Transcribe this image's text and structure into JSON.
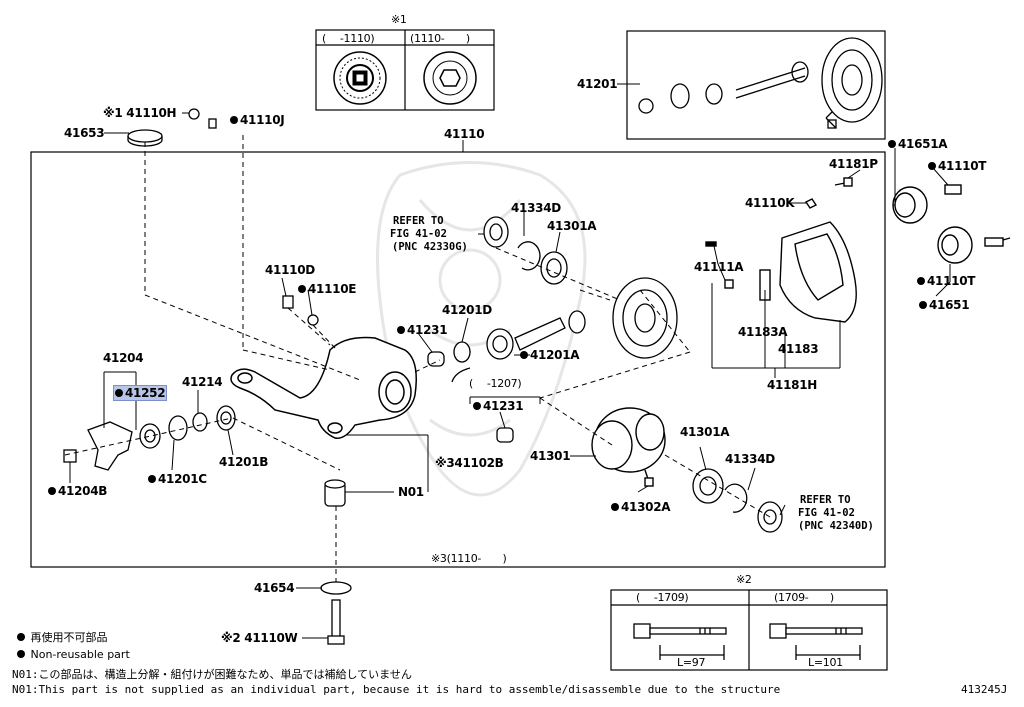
{
  "diagram_code": "413245J",
  "notes": {
    "n01_jp": "N01:この部品は、構造上分解・組付けが困難なため、単品では補給していません",
    "n01_en": "N01:This part is not supplied as an individual part, because it is hard to assemble/disassemble due to the structure"
  },
  "legend": {
    "jp": "再使用不可部品",
    "en": "Non-reusable part"
  },
  "inset1": {
    "mark": "※1",
    "col_a": "(　 -1110)",
    "col_b": "(1110-　　)"
  },
  "inset2": {
    "mark": "※2",
    "col_a": "(　 -1709)",
    "col_b": "(1709-　　)",
    "len_a": "L=97",
    "len_b": "L=101"
  },
  "main_frame": {
    "label": "41110",
    "footnote": "※3(1110-　　)"
  },
  "refs": {
    "upper": [
      "REFER TO",
      "FIG 41-02",
      "(PNC 42330G)"
    ],
    "lower": [
      "REFER TO",
      "FIG 41-02",
      "(PNC 42340D)"
    ]
  },
  "bracket_1207": "(　 -1207)",
  "parts": {
    "p41201": "41201",
    "p41110H": "※1 41110H",
    "p41110J": "41110J",
    "p41653": "41653",
    "p41110": "41110",
    "p41651A": "41651A",
    "p41110T_a": "41110T",
    "p41181P": "41181P",
    "p41110K": "41110K",
    "p41334D_a": "41334D",
    "p41301A_a": "41301A",
    "p41111A": "41111A",
    "p41110D": "41110D",
    "p41110E": "41110E",
    "p41231_a": "41231",
    "p41201D": "41201D",
    "p41201A": "41201A",
    "p41183A": "41183A",
    "p41183": "41183",
    "p41181H": "41181H",
    "p41110T_b": "41110T",
    "p41651": "41651",
    "p41204": "41204",
    "p41252": "41252",
    "p41214": "41214",
    "p41231_b": "41231",
    "p41102B": "※341102B",
    "p41301": "41301",
    "p41301A_b": "41301A",
    "p41334D_b": "41334D",
    "p41201B": "41201B",
    "p41201C": "41201C",
    "p41204B": "41204B",
    "pN01": "N01",
    "p41302A": "41302A",
    "p41654": "41654",
    "p41110W": "※2 41110W"
  },
  "colors": {
    "line": "#000000",
    "highlight": "#b8c4e8",
    "watermark": "#e8e8e8"
  }
}
